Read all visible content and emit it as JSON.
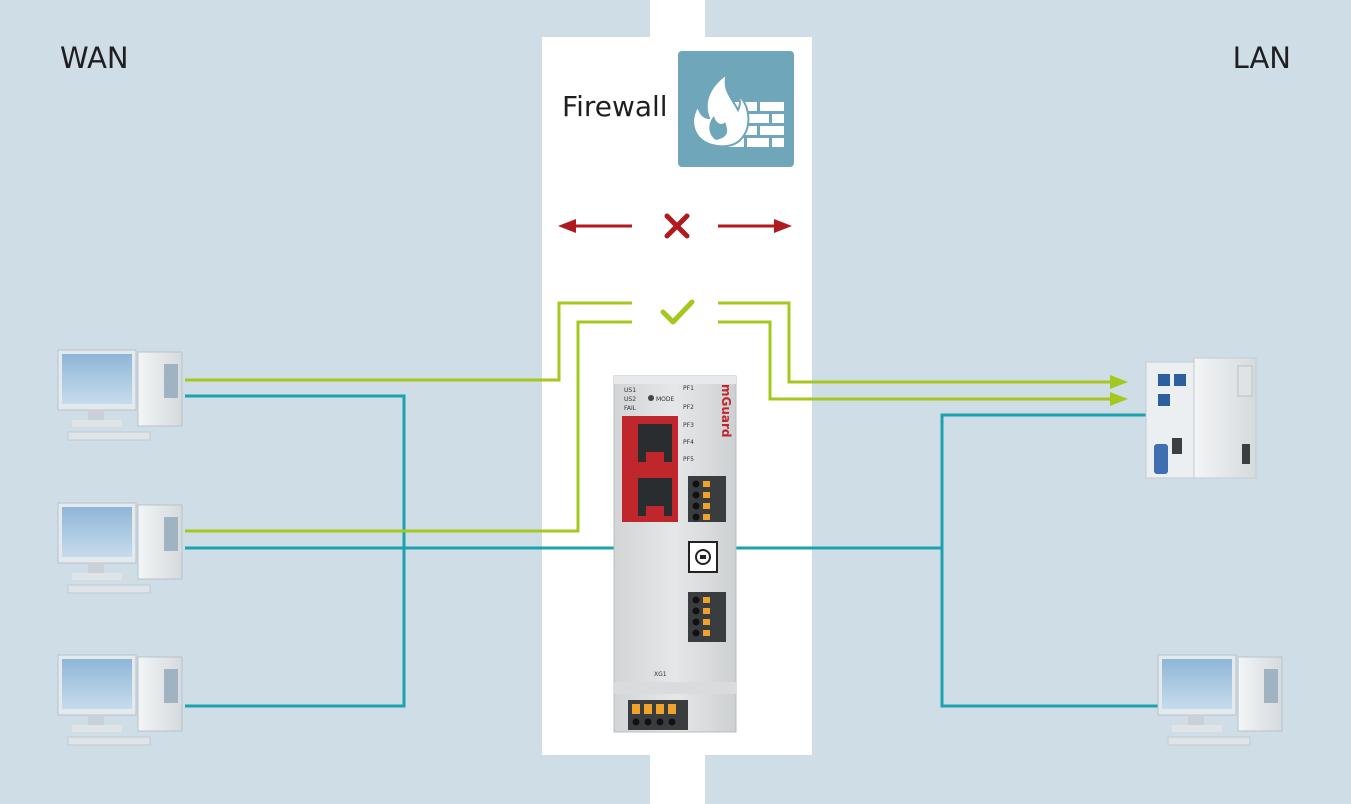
{
  "zones": {
    "left_label": "WAN",
    "right_label": "LAN"
  },
  "firewall": {
    "title": "Firewall",
    "icon": "firewall-icon",
    "blocked_symbol": "X",
    "allowed_symbol": "check-icon"
  },
  "device": {
    "brand": "mGuard",
    "left_indicators": [
      "US1",
      "US2",
      "FAIL"
    ],
    "mode_label": "MODE",
    "right_indicators": [
      "PF1",
      "PF2",
      "PF3",
      "PF4",
      "PF5"
    ],
    "bottom_label": "XG1"
  },
  "colors": {
    "background": "#cfdde7",
    "white_band": "#ffffff",
    "allowed_line": "#a4c81e",
    "connection_line": "#1ba3ad",
    "blocked_arrow": "#b0191e",
    "icon_tile": "#6fa6ba",
    "device_red": "#c0272d"
  }
}
